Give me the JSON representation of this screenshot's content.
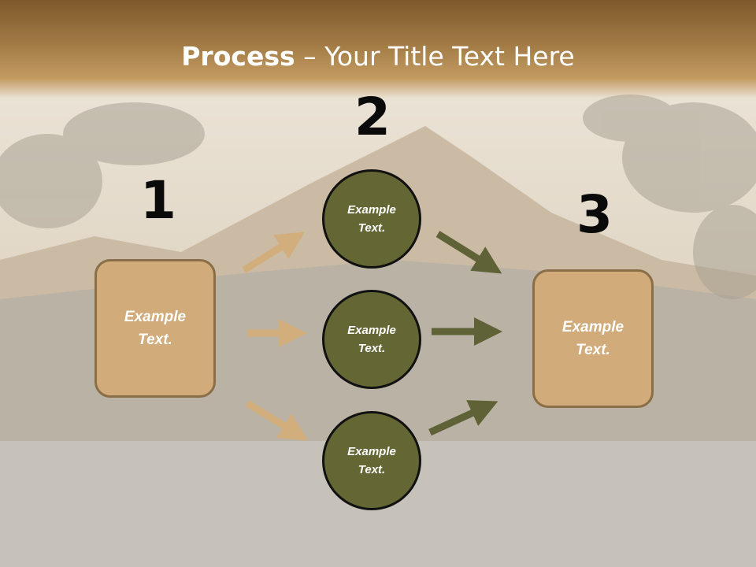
{
  "title": {
    "bold": "Process",
    "dash": " – ",
    "rest": "Your Title Text Here"
  },
  "steps": {
    "one": "1",
    "two": "2",
    "three": "3"
  },
  "left_box": {
    "text": "Example\nText."
  },
  "circles": [
    {
      "text": "Example\nText."
    },
    {
      "text": "Example\nText."
    },
    {
      "text": "Example\nText."
    }
  ],
  "right_box": {
    "text": "Example\nText."
  },
  "colors": {
    "box_fill": "#d1ab79",
    "circle_fill": "#646734",
    "left_arrow": "#d2ae7c",
    "right_arrow": "#5f6136",
    "header": "#a27a45"
  }
}
